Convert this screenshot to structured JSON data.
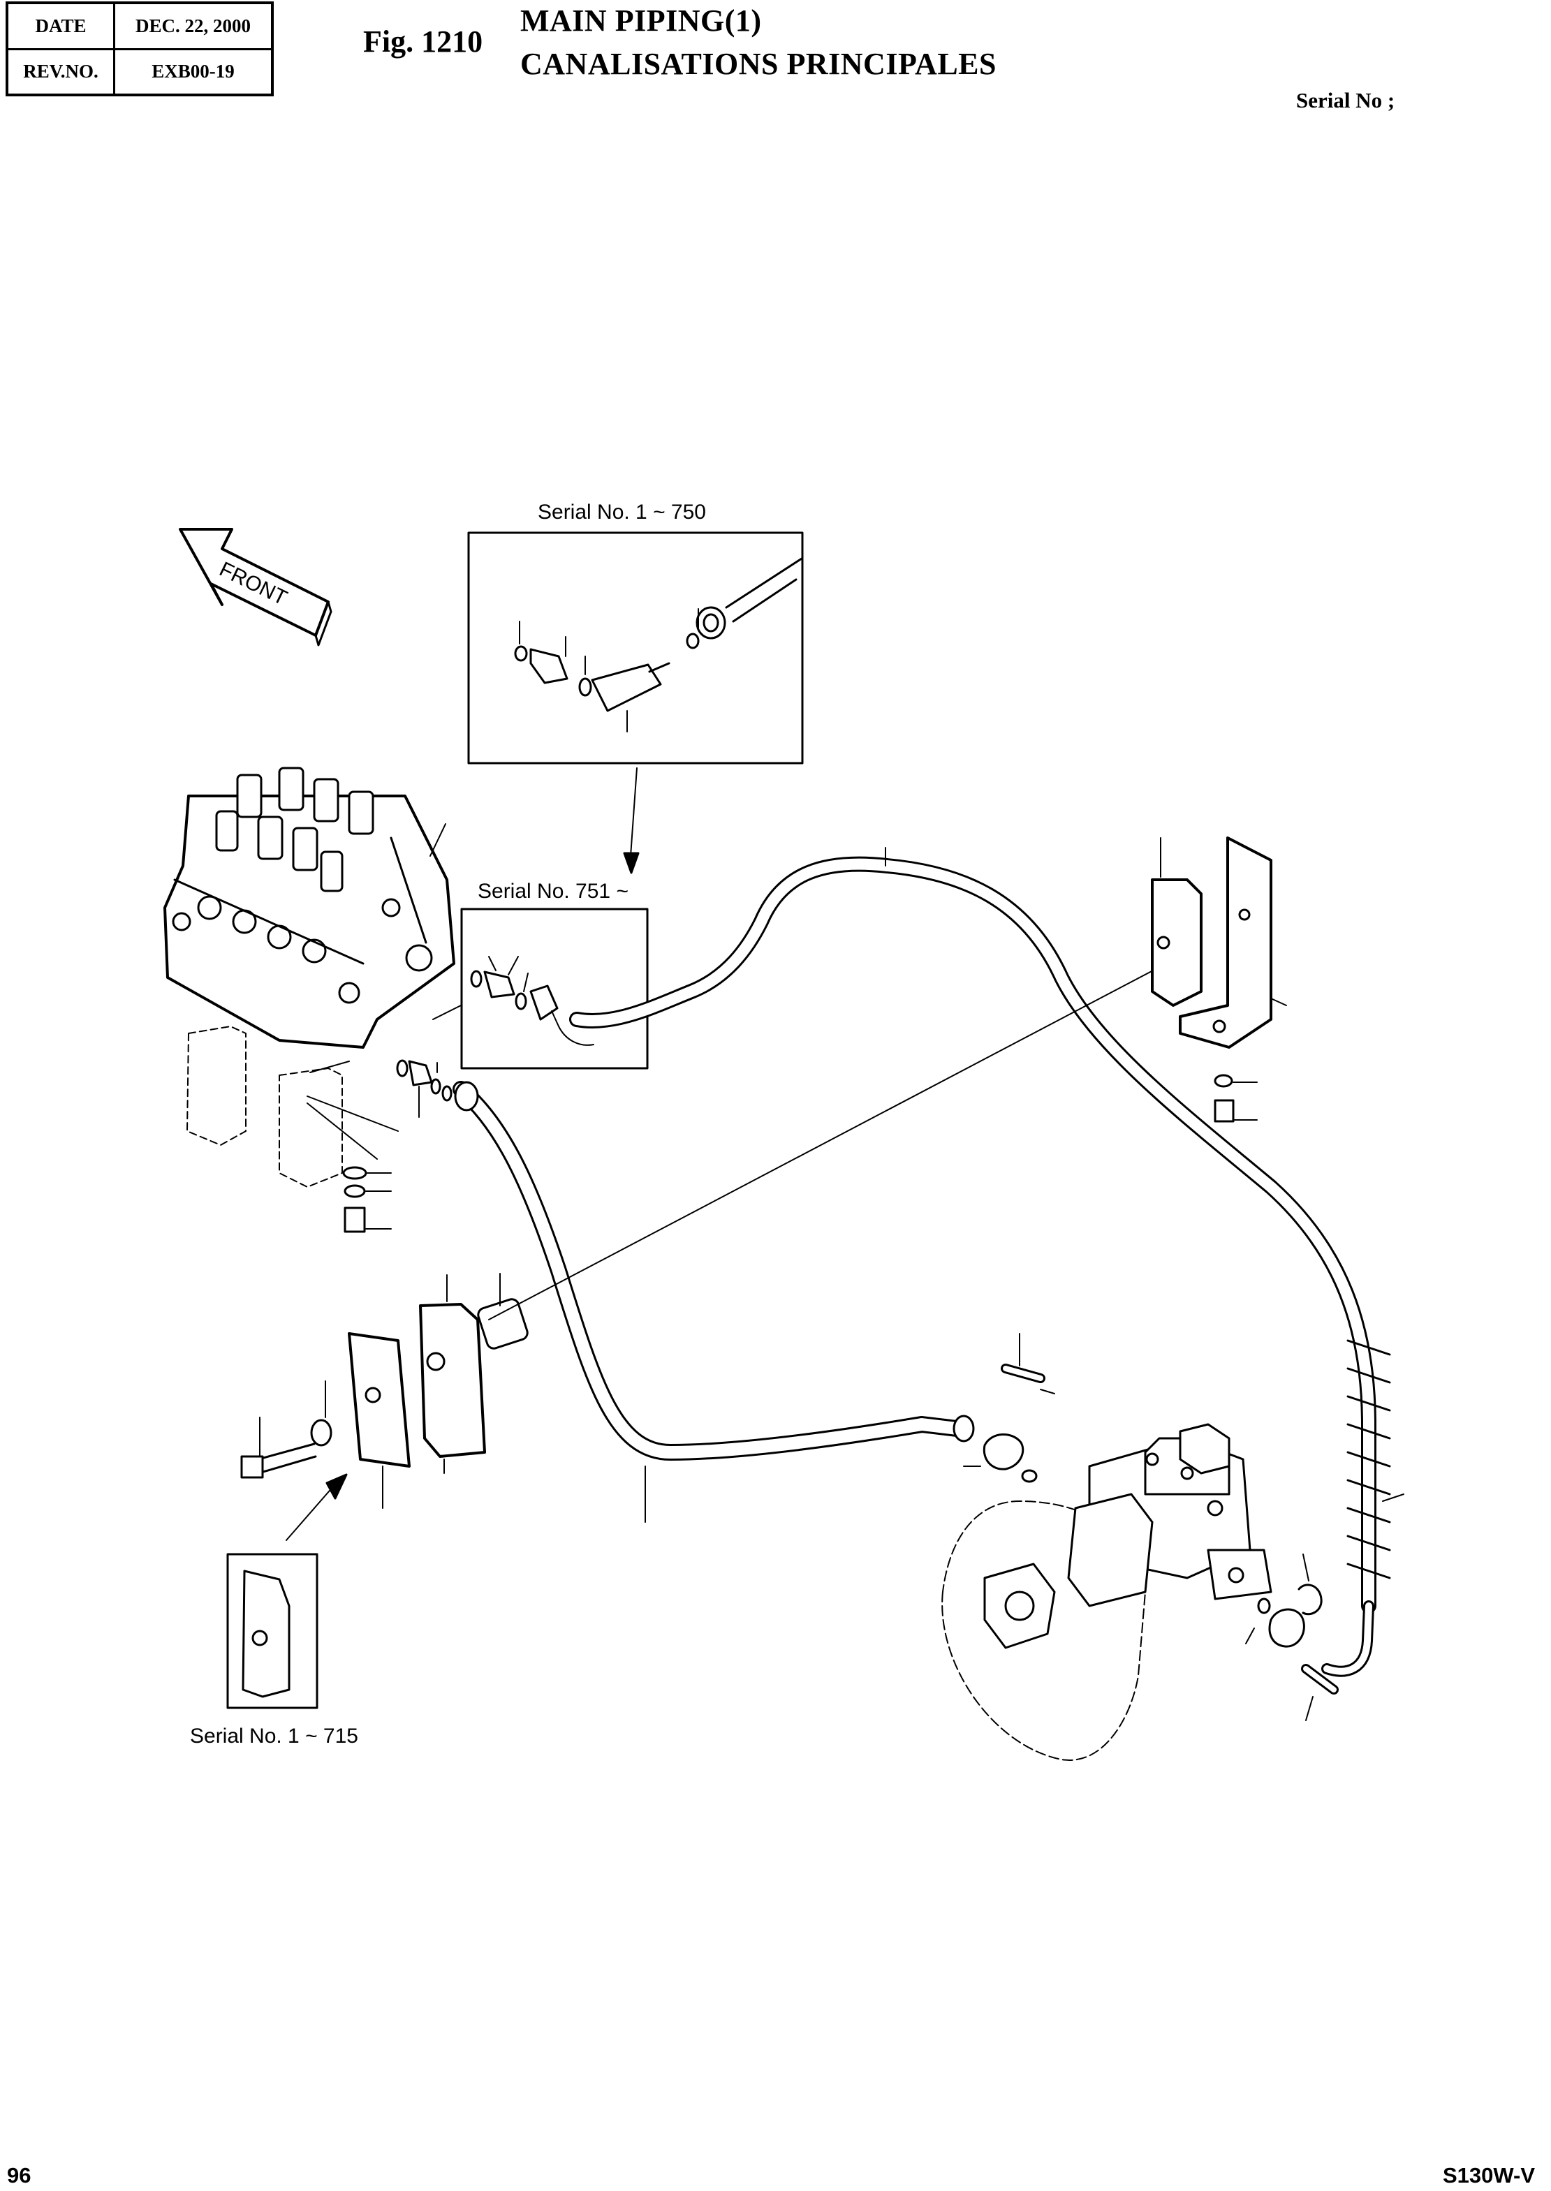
{
  "header": {
    "date_label": "DATE",
    "date_value": "DEC. 22, 2000",
    "rev_label": "REV.NO.",
    "rev_value": "EXB00-19"
  },
  "figure": {
    "number": "Fig. 1210",
    "title_en": "MAIN PIPING(1)",
    "title_fr": "CANALISATIONS PRINCIPALES",
    "serial_header": "Serial No ;"
  },
  "drawing": {
    "front_arrow": "FRONT",
    "inset_top_serial": "Serial No. 1 ~ 750",
    "inset_mid_serial": "Serial No. 751 ~",
    "inset_bottom_serial": "Serial No. 1 ~ 715"
  },
  "footer": {
    "page_number": "96",
    "model": "S130W-V"
  }
}
